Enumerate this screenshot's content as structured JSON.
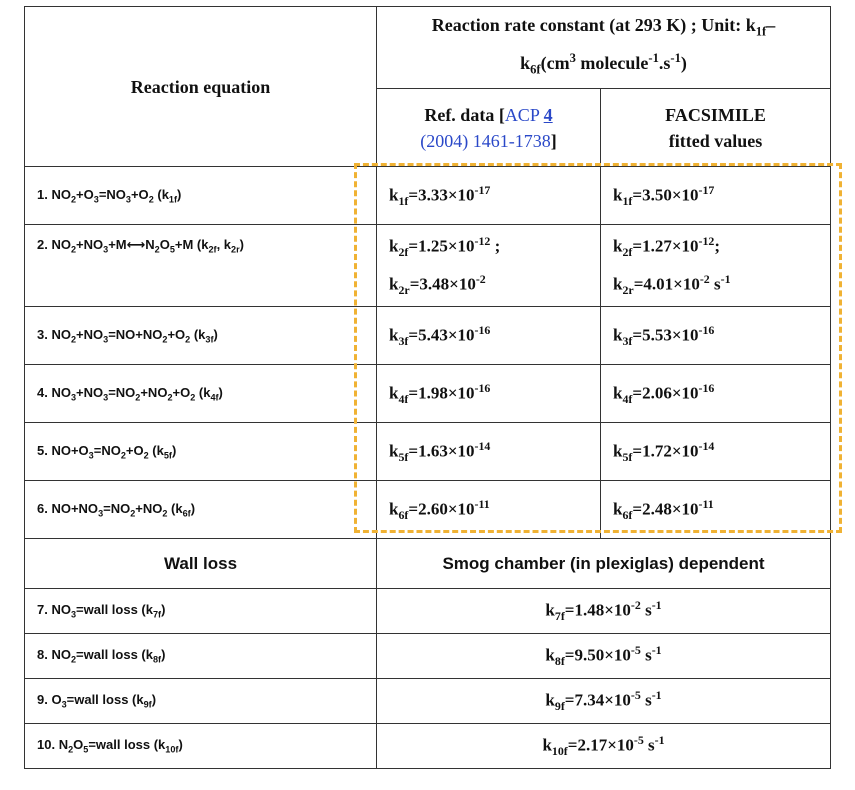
{
  "header": {
    "reaction_equation": "Reaction equation",
    "rate_constant_title": "Reaction rate constant (at 293 K) ; Unit: k",
    "ref_data_label": "Ref. data [",
    "ref_link_journal": "ACP",
    "ref_link_volume": "4",
    "ref_link_pages": "(2004) 1461-1738",
    "ref_close": "]",
    "facsimile_line1": "FACSIMILE",
    "facsimile_line2": "fitted values"
  },
  "reactions": [
    {
      "num": "1.",
      "ref": "3.33×10",
      "ref_exp": "-17",
      "fit": "3.50×10",
      "fit_exp": "-17"
    },
    {
      "num": "2.",
      "ref_f": "1.25×10",
      "ref_f_exp": "-12",
      "ref_r": "3.48×10",
      "ref_r_exp": "-2",
      "fit_f": "1.27×10",
      "fit_f_exp": "-12",
      "fit_r": "4.01×10",
      "fit_r_exp": "-2",
      "fit_r_unit": "s",
      "fit_r_unit_exp": "-1"
    },
    {
      "num": "3.",
      "ref": "5.43×10",
      "ref_exp": "-16",
      "fit": "5.53×10",
      "fit_exp": "-16"
    },
    {
      "num": "4.",
      "ref": "1.98×10",
      "ref_exp": "-16",
      "fit": "2.06×10",
      "fit_exp": "-16"
    },
    {
      "num": "5.",
      "ref": "1.63×10",
      "ref_exp": "-14",
      "fit": "1.72×10",
      "fit_exp": "-14"
    },
    {
      "num": "6.",
      "ref": "2.60×10",
      "ref_exp": "-11",
      "fit": "2.48×10",
      "fit_exp": "-11"
    }
  ],
  "wall": {
    "title": "Wall loss",
    "dependent": "Smog chamber (in plexiglas) dependent",
    "rows": [
      {
        "num": "7.",
        "val": "1.48×10",
        "exp": "-2"
      },
      {
        "num": "8.",
        "val": "9.50×10",
        "exp": "-5"
      },
      {
        "num": "9.",
        "val": "7.34×10",
        "exp": "-5"
      },
      {
        "num": "10.",
        "val": "2.17×10",
        "exp": "-5"
      }
    ],
    "unit": "s",
    "unit_exp": "-1"
  },
  "colors": {
    "highlight_box": "#f0b233",
    "link": "#2a48c8",
    "border": "#333333"
  }
}
